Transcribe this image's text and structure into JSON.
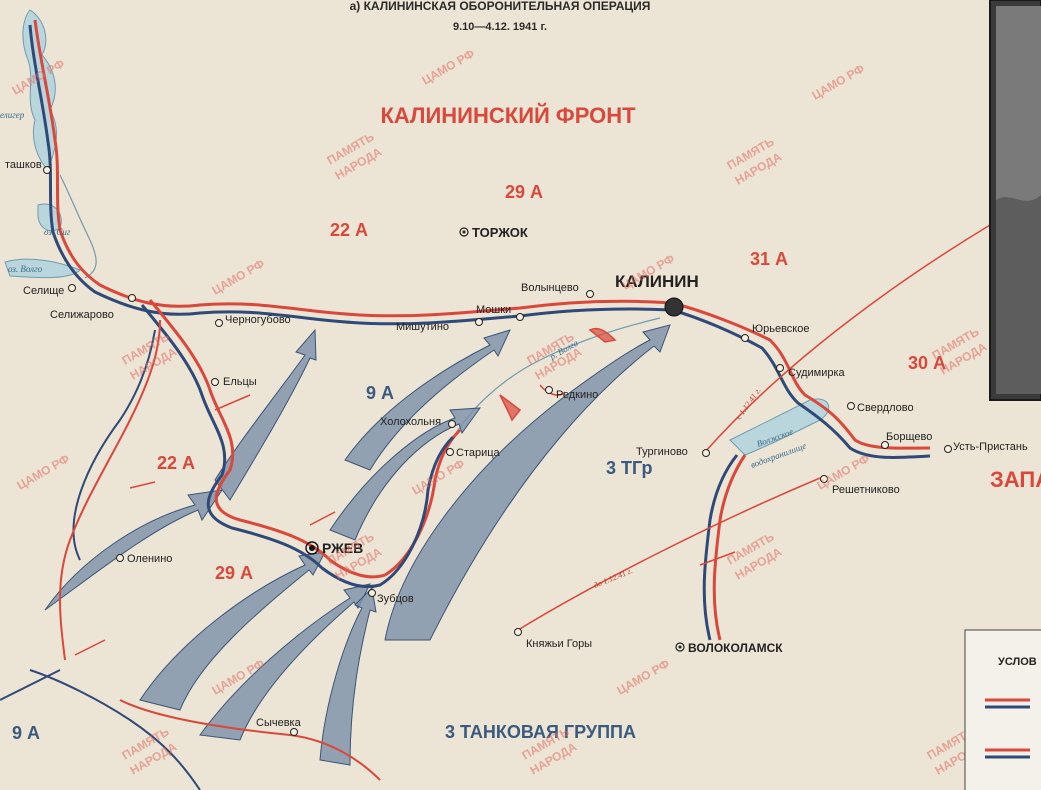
{
  "title": {
    "line1": "а) КАЛИНИНСКАЯ ОБОРОНИТЕЛЬНАЯ ОПЕРАЦИЯ",
    "line2": "9.10—4.12. 1941 г."
  },
  "fronts": {
    "kalinin": "КАЛИНИНСКИЙ ФРОНТ",
    "west_partial": "ЗАПА"
  },
  "soviet_units": {
    "a29_top": "29 А",
    "a22_top": "22 А",
    "a31": "31 А",
    "a30": "30 А",
    "a22_left": "22 А",
    "a29_bottom": "29 А"
  },
  "german_units": {
    "a9_center": "9 А",
    "a9_bottom": "9 А",
    "tgr3": "3 ТГр",
    "tank_group": "3 ТАНКОВАЯ ГРУППА"
  },
  "cities": {
    "kalinin": "КАЛИНИН",
    "torzhok": "ТОРЖОК",
    "rzhev": "РЖЕВ",
    "volokolamsk": "ВОЛОКОЛАМСК"
  },
  "places": {
    "ostashkov": "ташков",
    "selishche": "Селище",
    "selizharovo": "Селижарово",
    "chernogubovo": "Черногубово",
    "mishutino": "Мишутино",
    "moshki": "Мошки",
    "volyntsevo": "Волынцево",
    "yurievskoe": "Юрьевское",
    "sudimirka": "Судимирка",
    "sverdlovo": "Свердлово",
    "borshchevo": "Борщево",
    "ust_pristan": "Усть-Пристань",
    "eltsy": "Ельцы",
    "kholokholnya": "Холохольня",
    "staritsa": "Старица",
    "redkino": "Редкино",
    "turginovo": "Тургиново",
    "reshetnikovo": "Решетниково",
    "olenino": "Оленино",
    "zubtsov": "Зубцов",
    "knyazhi_gory": "Княжьи Горы",
    "sychevka": "Сычевка"
  },
  "water": {
    "seliger": "елигер",
    "sig": "оз. Сиг",
    "volgo": "оз. Волго",
    "volga_river": "р. Волга",
    "reservoir1": "Волжское",
    "reservoir2": "водохранилище"
  },
  "dates": {
    "d1": "с 1.12.41 г.",
    "d2": "до 1.12.41 г."
  },
  "legend": {
    "title": "УСЛОВ"
  },
  "watermark": {
    "line1": "ПАМЯТЬ",
    "line2": "НАРОДА",
    "archive": "ЦАМО РФ"
  },
  "colors": {
    "background": "#ece4d4",
    "soviet": "#d9483b",
    "german": "#2f4a78",
    "arrow_fill": "#7e93ab",
    "water": "#b9d6dc",
    "legend_bg": "#f4f1ea",
    "photo": "#555555"
  }
}
